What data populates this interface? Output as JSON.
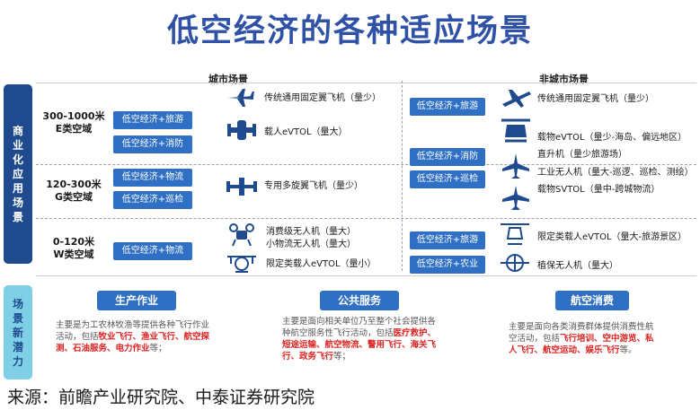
{
  "title": "低空经济的各种适应场景",
  "side_top": [
    "商",
    "业",
    "化",
    "应",
    "用",
    "场",
    "景"
  ],
  "side_bottom": [
    "场",
    "景",
    "新",
    "潜",
    "力"
  ],
  "headers": {
    "city": "城市场景",
    "noncity": "非城市场景"
  },
  "airspace": {
    "e": {
      "range": "300-1000米",
      "name": "E类空域"
    },
    "g": {
      "range": "120-300米",
      "name": "G类空域"
    },
    "w": {
      "range": "0-120米",
      "name": "W类空域"
    }
  },
  "city": {
    "pills": [
      "低空经济+旅游",
      "低空经济+消防",
      "低空经济+物流",
      "低空经济+巡检",
      "低空经济+物流"
    ],
    "items": [
      "传统通用固定翼飞机（量少）",
      "载人eVTOL（量大）",
      "专用多旋翼飞机（量少）",
      "消费级无人机（量大）",
      "小物流无人机（量大）",
      "限定类载人eVTOL（量小）"
    ]
  },
  "noncity": {
    "pills": [
      "低空经济+旅游",
      "低空经济+消防",
      "低空经济+巡检",
      "低空经济+旅游",
      "低空经济+农业"
    ],
    "items": [
      "传统通用固定翼飞机（量少）",
      "载物eVTOL（量少-海岛、偏远地区）",
      "直升机（量少旅游场）",
      "工业无人机（量大-巡逻、巡检、测绘）",
      "载物SVTOL（量中-跨城物流）",
      "限定类载人eVTOL（量大-旅游景区）",
      "植保无人机（量大）"
    ]
  },
  "potential": {
    "production": {
      "label": "生产作业",
      "desc_a": "主要是为工农林牧渔等提供各种飞行作业活动，包括",
      "hl": [
        "牧业飞行、",
        "渔业飞行、",
        "航空探测、",
        "石油服务、",
        "电力作业"
      ],
      "desc_b": "等；"
    },
    "public": {
      "label": "公共服务",
      "desc_a": "主要是面向相关单位乃至整个社会提供各种航空服务性飞行活动，包括",
      "hl": [
        "医疗救护、",
        "短途运输、",
        "航空物流、",
        "警用飞行、",
        "海关飞行、",
        "政务飞行"
      ],
      "desc_b": "等；"
    },
    "consumer": {
      "label": "航空消费",
      "desc_a": "主要是面向各类消费群体提供消费性航空活动，包括",
      "hl": [
        "飞行培训、",
        "空中游览、",
        "私人飞行、",
        "航空运动、",
        "娱乐飞行"
      ],
      "desc_b": "等。"
    }
  },
  "source": "来源：前瞻产业研究院、中泰证券研究院",
  "colors": {
    "title": "#2f52a6",
    "pill": "#2f6fc4",
    "side_dark": "#1f4b8e",
    "side_light": "#7fd0e6",
    "highlight": "#dd2222"
  }
}
